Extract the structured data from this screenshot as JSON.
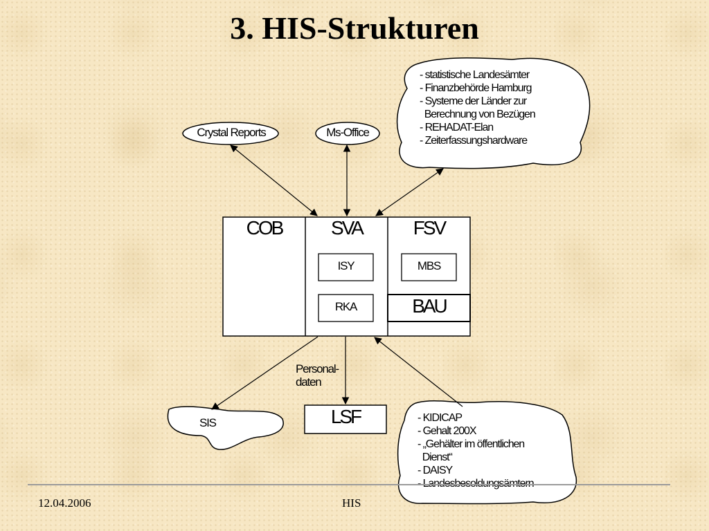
{
  "slide": {
    "title": "3. HIS-Strukturen"
  },
  "tools": {
    "crystal": "Crystal Reports",
    "office": "Ms-Office"
  },
  "cloud_top": {
    "items": [
      "- statistische Landesämter",
      "- Finanzbehörde Hamburg",
      "- Systeme der Länder zur",
      "  Berechnung von Bezügen",
      "- REHADAT-Elan",
      "- Zeiterfassungshardware"
    ]
  },
  "modules": {
    "cob": "COB",
    "sva": "SVA",
    "fsv": "FSV",
    "isy": "ISY",
    "rka": "RKA",
    "mbs": "MBS",
    "bau": "BAU"
  },
  "bottom": {
    "personal_line1": "Personal-",
    "personal_line2": "daten",
    "lsf": "LSF",
    "sis": "SIS"
  },
  "cloud_bottom": {
    "items": [
      "- KIDICAP",
      "- Gehalt 200X",
      "- „Gehälter im öffentlichen",
      "  Dienst“",
      "- DAISY",
      "- Landesbesoldungsämtern"
    ]
  },
  "footer": {
    "date": "12.04.2006",
    "center": "HIS"
  }
}
